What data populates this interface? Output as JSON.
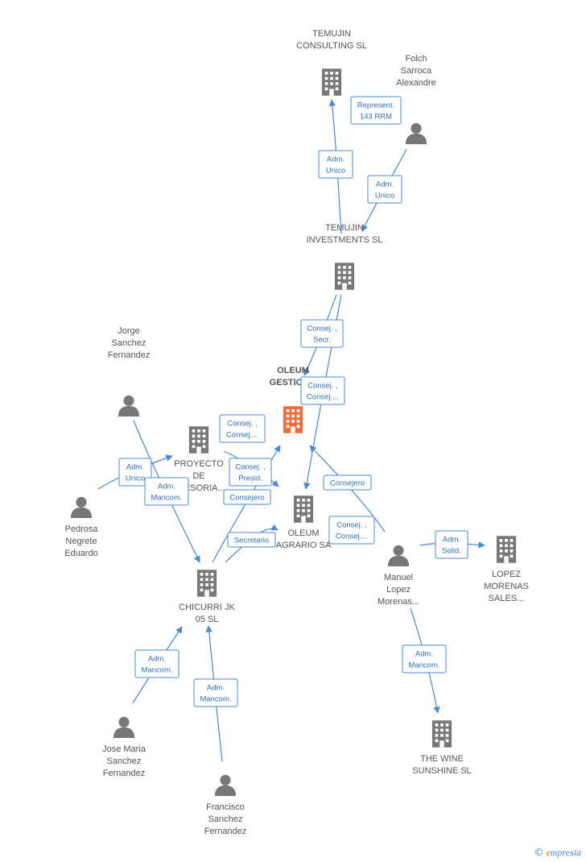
{
  "colors": {
    "edge": "#4a89d6",
    "node": "#777777",
    "focus": "#f26a3a",
    "label": "#555555"
  },
  "companies": [
    {
      "id": "temujin_consulting",
      "lines": [
        "TEMUJIN",
        "CONSULTING SL"
      ],
      "icon": "building-icon"
    },
    {
      "id": "temujin_investments",
      "lines": [
        "TEMUJIN",
        "INVESTMENTS SL"
      ],
      "icon": "building-icon"
    },
    {
      "id": "oleum_gestion",
      "lines": [
        "OLEUM",
        "GESTION..."
      ],
      "icon": "building-icon",
      "focus": true
    },
    {
      "id": "proyecto",
      "lines": [
        "PROYECTO",
        "DE",
        "ASESORIA..."
      ],
      "icon": "building-icon"
    },
    {
      "id": "oleum_agrario",
      "lines": [
        "OLEUM",
        "AGRARIO SA"
      ],
      "icon": "building-icon"
    },
    {
      "id": "chicurri",
      "lines": [
        "CHICURRI JK",
        "05  SL"
      ],
      "icon": "building-icon"
    },
    {
      "id": "lopez_morenas",
      "lines": [
        "LOPEZ",
        "MORENAS",
        "SALES..."
      ],
      "icon": "building-icon"
    },
    {
      "id": "wine",
      "lines": [
        "THE WINE",
        "SUNSHINE  SL"
      ],
      "icon": "building-icon"
    }
  ],
  "people": [
    {
      "id": "folch",
      "lines": [
        "Folch",
        "Sarroca",
        "Alexandre"
      ],
      "icon": "person-icon"
    },
    {
      "id": "jorge",
      "lines": [
        "Jorge",
        "Sanchez",
        "Fernandez"
      ],
      "icon": "person-icon"
    },
    {
      "id": "pedrosa",
      "lines": [
        "Pedrosa",
        "Negrete",
        "Eduardo"
      ],
      "icon": "person-icon"
    },
    {
      "id": "manuel",
      "lines": [
        "Manuel",
        "Lopez",
        "Morenas..."
      ],
      "icon": "person-icon"
    },
    {
      "id": "jose_maria",
      "lines": [
        "Jose Maria",
        "Sanchez",
        "Fernandez"
      ],
      "icon": "person-icon"
    },
    {
      "id": "francisco",
      "lines": [
        "Francisco",
        "Sanchez",
        "Fernandez"
      ],
      "icon": "person-icon"
    }
  ],
  "relations": [
    {
      "id": "r1",
      "lines": [
        "Represent.",
        "143 RRM"
      ]
    },
    {
      "id": "r2",
      "lines": [
        "Adm.",
        "Unico"
      ]
    },
    {
      "id": "r3",
      "lines": [
        "Adm.",
        "Unico"
      ]
    },
    {
      "id": "r4",
      "lines": [
        "Consej. ,",
        "Secr."
      ]
    },
    {
      "id": "r5",
      "lines": [
        "Consej. ,",
        "Consej...."
      ]
    },
    {
      "id": "r6",
      "lines": [
        "Consej. ,",
        "Consej...."
      ]
    },
    {
      "id": "r7",
      "lines": [
        "Consej. ,",
        "Presid."
      ]
    },
    {
      "id": "r8",
      "lines": [
        "Consejero"
      ]
    },
    {
      "id": "r9",
      "lines": [
        "Consejero"
      ]
    },
    {
      "id": "r10",
      "lines": [
        "Secretario"
      ]
    },
    {
      "id": "r11",
      "lines": [
        "Consej. ,",
        "Consej...."
      ]
    },
    {
      "id": "r12",
      "lines": [
        "Adm.",
        "Unico"
      ]
    },
    {
      "id": "r13",
      "lines": [
        "Adm.",
        "Mancom."
      ]
    },
    {
      "id": "r14",
      "lines": [
        "Adm.",
        "Solid."
      ]
    },
    {
      "id": "r15",
      "lines": [
        "Adm.",
        "Mancom."
      ]
    },
    {
      "id": "r16",
      "lines": [
        "Adm.",
        "Mancom."
      ]
    },
    {
      "id": "r17",
      "lines": [
        "Adm.",
        "Mancom."
      ]
    }
  ],
  "footer": {
    "copyright": "©",
    "brand_initial": "e",
    "brand_rest": "mpresia"
  }
}
